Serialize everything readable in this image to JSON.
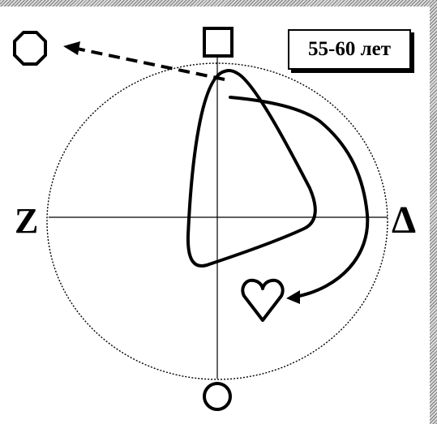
{
  "age_label": "55-60 лет",
  "axis_labels": {
    "left": "Z",
    "right": "Δ"
  },
  "symbols": {
    "top": "square-icon",
    "bottom": "circle-icon",
    "top_left": "octagon-icon",
    "lower_right": "heart-icon"
  },
  "colors": {
    "ink": "#000000",
    "background": "#ffffff"
  }
}
